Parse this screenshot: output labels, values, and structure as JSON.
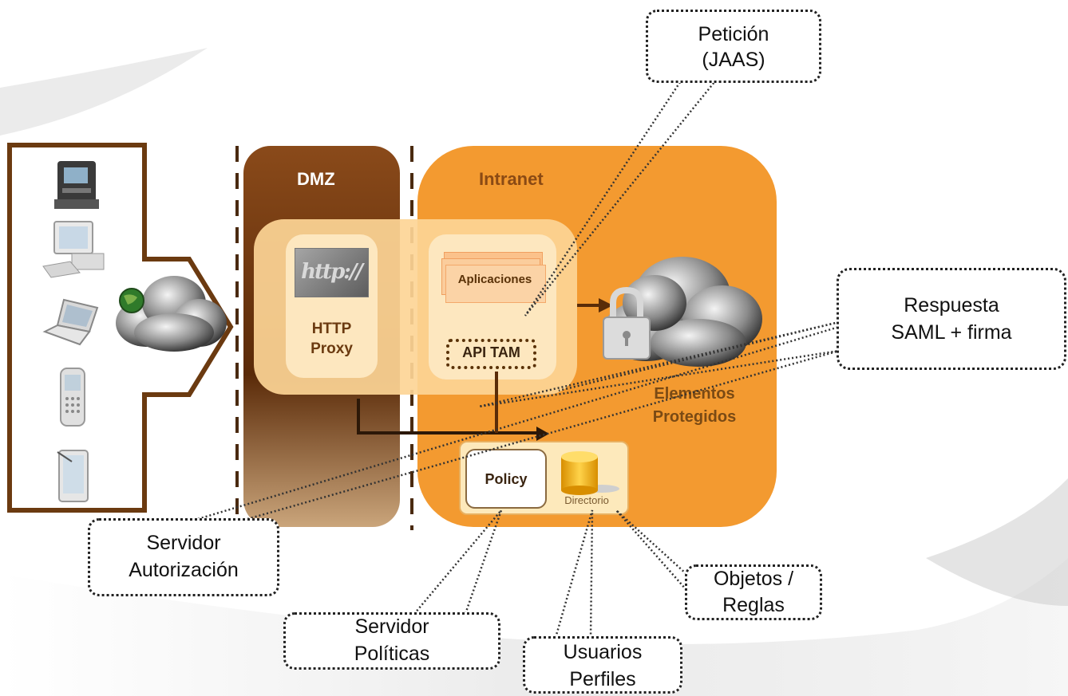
{
  "zones": {
    "dmz": "DMZ",
    "intranet": "Intranet"
  },
  "boxes": {
    "http_logo": "http://",
    "http_proxy_line1": "HTTP",
    "http_proxy_line2": "Proxy",
    "aplicaciones": "Aplicaciones",
    "api_tam": "API TAM",
    "policy": "Policy",
    "directorio": "Directorio",
    "elementos_line1": "Elementos",
    "elementos_line2": "Protegidos"
  },
  "callouts": {
    "peticion_line1": "Petición",
    "peticion_line2": "(JAAS)",
    "respuesta_line1": "Respuesta",
    "respuesta_line2": "SAML + firma",
    "servidor_aut_line1": "Servidor",
    "servidor_aut_line2": "Autorización",
    "servidor_pol_line1": "Servidor",
    "servidor_pol_line2": "Políticas",
    "usuarios_line1": "Usuarios",
    "usuarios_line2": "Perfiles",
    "objetos_line1": "Objetos /",
    "objetos_line2": "Reglas"
  },
  "devices": [
    "atm-icon",
    "desktop-computer-icon",
    "laptop-icon",
    "mobile-phone-icon",
    "pda-icon"
  ],
  "colors": {
    "dmz": "#6b3510",
    "intranet": "#f39a30",
    "proxy_bar": "#fbd190",
    "arrow_outline": "#6b3a10"
  }
}
